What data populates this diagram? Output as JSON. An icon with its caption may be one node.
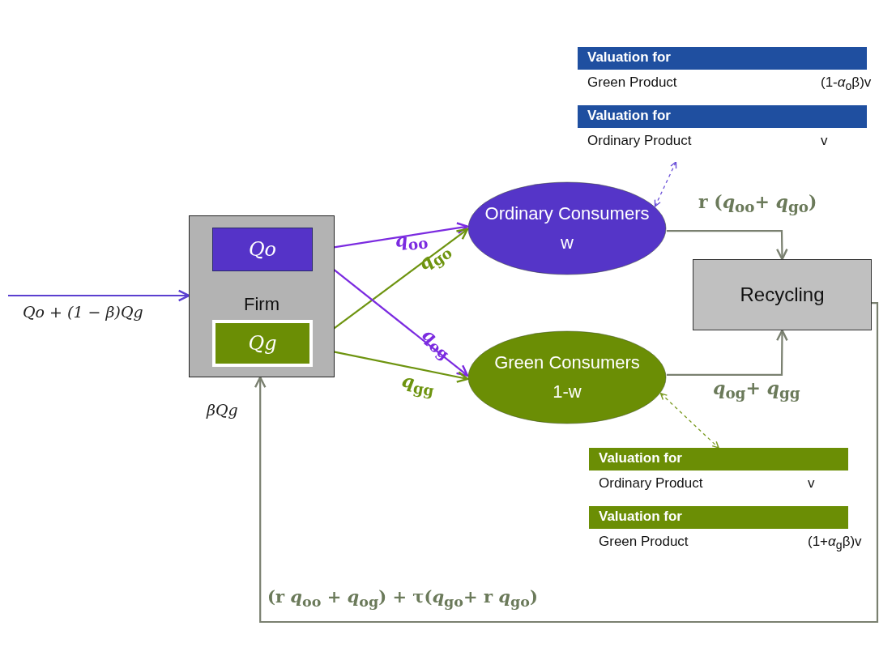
{
  "diagram": {
    "nodes": [
      {
        "text": [
          "Firm"
        ]
      },
      {
        "text": [
          "Qo"
        ],
        "in": 0
      },
      {
        "text": [
          "Qg"
        ],
        "in": 0
      },
      {
        "text": [
          "Ordinary Consumers",
          "w"
        ]
      },
      {
        "text": [
          "Green Consumers",
          "1-w"
        ]
      },
      {
        "text": [
          "Recycling"
        ]
      },
      {
        "text": [
          "Valuation for",
          "Green Product",
          "(1-*α*$_{o}$β)v",
          "Valuation for",
          "Ordinary Product",
          "v"
        ]
      },
      {
        "text": [
          "Valuation for",
          "Ordinary Product",
          "v",
          "Valuation for",
          "Green Product",
          "(1+*α*$_{g}$β)v"
        ]
      }
    ],
    "edges": [
      {
        "from": null,
        "to": 0,
        "arrow": "to",
        "label": "Qo + (1 − β)Qg",
        "color": "#5b3fd0"
      },
      {
        "from": 1,
        "to": 3,
        "arrow": "to",
        "label": "*q*$_{oo}$",
        "color": "#7b2be0"
      },
      {
        "from": 2,
        "to": 3,
        "arrow": "to",
        "label": "*q*$_{go}$",
        "color": "#6e9410"
      },
      {
        "from": 1,
        "to": 4,
        "arrow": "to",
        "label": "*q*$_{og}$",
        "color": "#7b2be0"
      },
      {
        "from": 2,
        "to": 4,
        "arrow": "to",
        "label": "*q*$_{gg}$",
        "color": "#6e9410"
      },
      {
        "from": 3,
        "to": 5,
        "arrow": "to",
        "label": "r (*q*$_{oo}$+ *q*$_{go}$)"
      },
      {
        "from": 4,
        "to": 5,
        "arrow": "to",
        "label": "*q*$_{og}$+ *q*$_{gg}$"
      },
      {
        "from": 5,
        "to": 0,
        "arrow": "to",
        "label": "(r *q*$_{oo}$ + *q*$_{og}$) + τ(*q*$_{go}$+ r *q*$_{go}$)"
      },
      {
        "from": 3,
        "to": 6,
        "arrow": "both",
        "style": "dashed",
        "color": "#6a4fd8"
      },
      {
        "from": 4,
        "to": 7,
        "arrow": "both",
        "style": "dashed",
        "color": "#7a9a20"
      }
    ],
    "labels": [
      "βQg"
    ]
  }
}
